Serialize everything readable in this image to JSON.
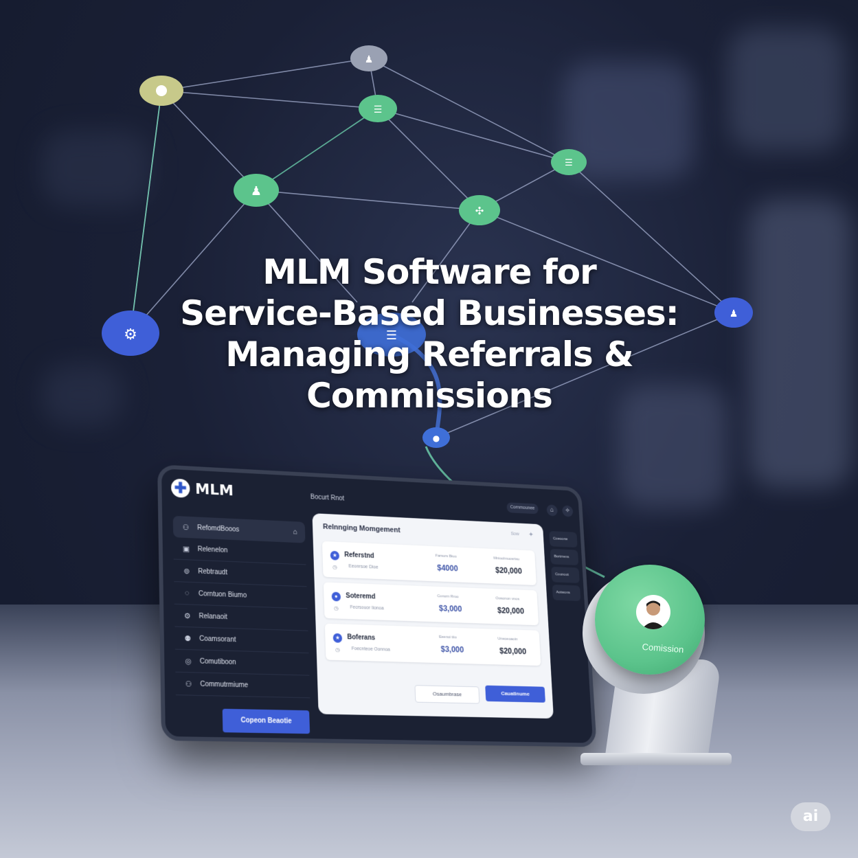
{
  "headline": {
    "line1": "MLM Software for",
    "line2": "Service-Based Businesses:",
    "line3": "Managing Referrals & Commissions"
  },
  "network": {
    "node_color_green": "#5cc48c",
    "node_color_blue": "#3f5fd8",
    "node_color_olive": "#c7c98a",
    "node_color_gray": "#9aa1b3",
    "icons": [
      "users-icon",
      "eye-icon",
      "list-icon",
      "network-icon",
      "gear-icon",
      "lightbulb-icon"
    ]
  },
  "app": {
    "brand": "MLM",
    "topbar_title": "Bocurt Rnot",
    "topbar_pill": "Cornmounee",
    "sidebar": [
      {
        "label": "RefomdBooos",
        "icon": "users-icon"
      },
      {
        "label": "Relenelon",
        "icon": "wallet-icon"
      },
      {
        "label": "Rebtraudt",
        "icon": "link-icon"
      },
      {
        "label": "Corntuon Biumo",
        "icon": "chat-icon"
      },
      {
        "label": "Relanaoit",
        "icon": "gear-icon"
      },
      {
        "label": "Coamsorant",
        "icon": "team-icon"
      },
      {
        "label": "Comutiboon",
        "icon": "doc-icon"
      },
      {
        "label": "Commutrmiume",
        "icon": "group-icon"
      }
    ],
    "sidebar_button": "Copeon Beaotie",
    "panel_title": "Relnnging Momgement",
    "panel_search": "Sow",
    "cards": [
      {
        "name": "Referstnd",
        "sub": "Eeonrsoe Dioe",
        "label1": "Farsurs Biuo",
        "value1": "$4000",
        "label2": "Mnioolmuosrtsu",
        "value2": "$20,000"
      },
      {
        "name": "Soteremd",
        "sub": "Fecrsouor Iionoa",
        "label1": "Conorn Rroo",
        "value1": "$3,000",
        "label2": "Oosonon vnos",
        "value2": "$20,000"
      },
      {
        "name": "Boferans",
        "sub": "Foecnteoe Oonnoa",
        "label1": "Eeenoi tiio",
        "value1": "$3,000",
        "label2": "Uneoeoaoin",
        "value2": "$20,000"
      }
    ],
    "btn_secondary": "Osaumbrase",
    "btn_primary": "Cauatinume",
    "right_col": [
      "Coeoone",
      "Bortrrens",
      "Counoot",
      "Aotwons"
    ]
  },
  "device": {
    "label": "Comission"
  },
  "badge": "ai"
}
